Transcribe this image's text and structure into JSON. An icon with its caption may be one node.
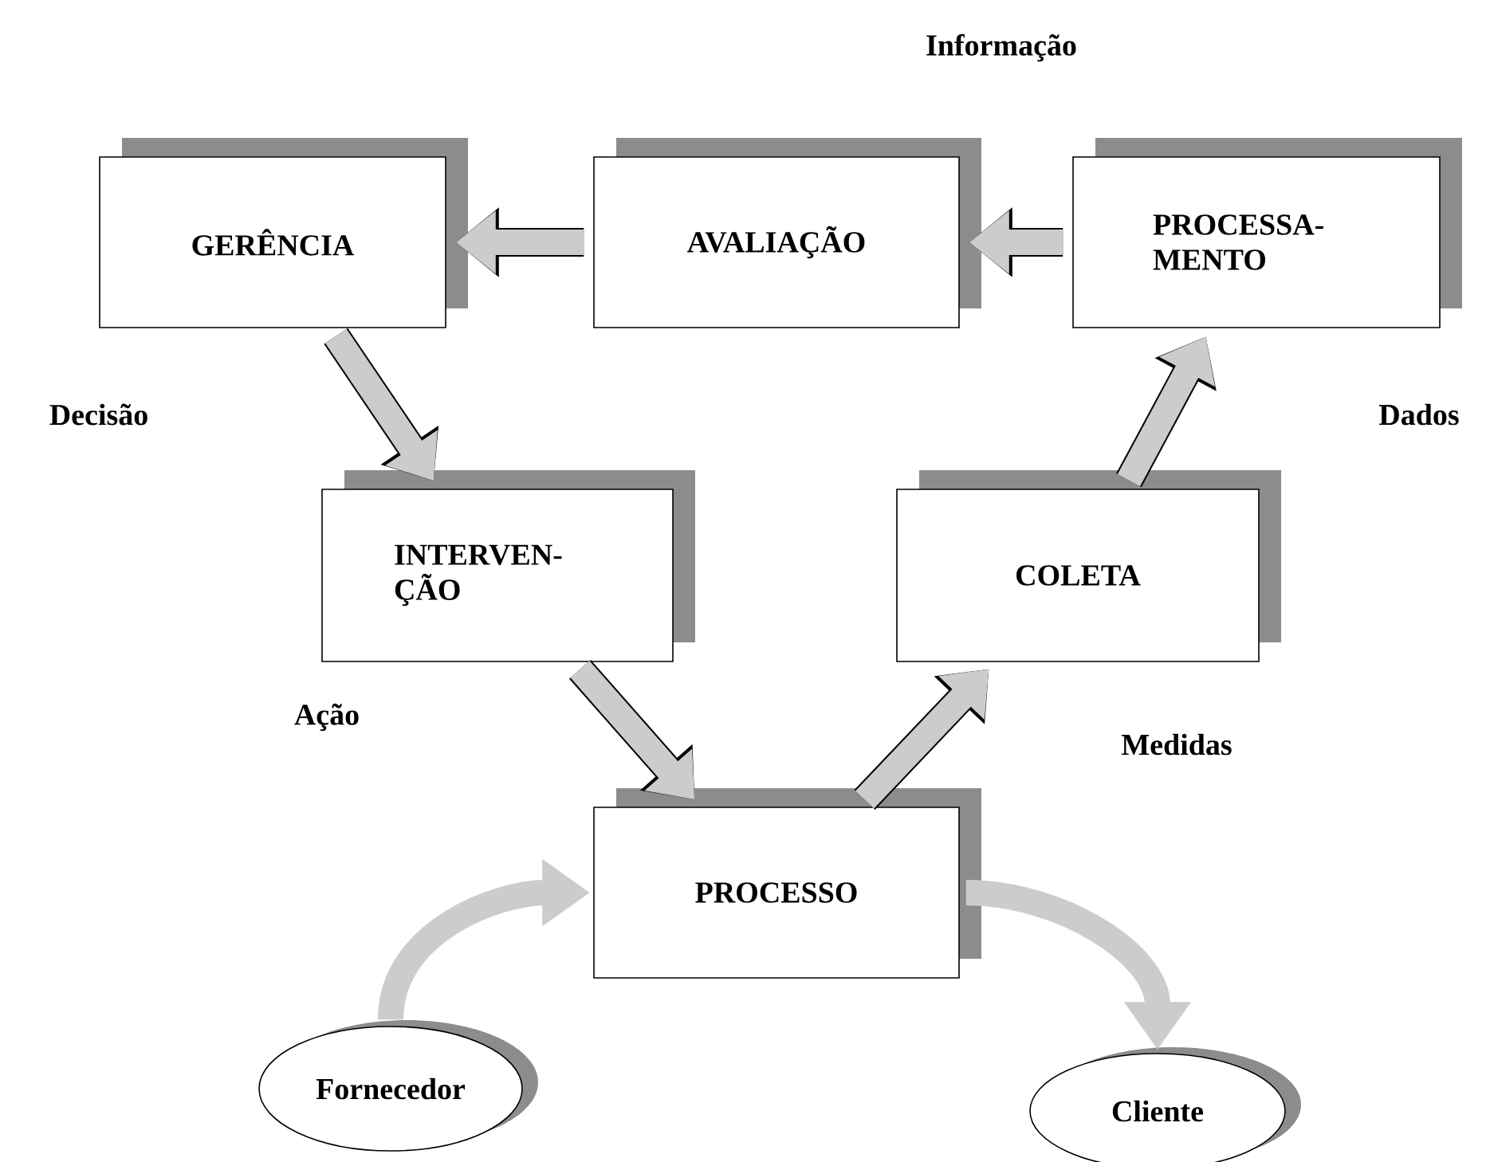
{
  "diagram": {
    "nodes": [
      {
        "text": [
          "GERÊNCIA"
        ]
      },
      {
        "text": [
          "AVALIAÇÃO"
        ]
      },
      {
        "text": [
          "PROCESSA- MENTO"
        ]
      },
      {
        "text": [
          "INTERVEN- ÇÃO"
        ]
      },
      {
        "text": [
          "COLETA"
        ]
      },
      {
        "text": [
          "PROCESSO"
        ]
      },
      {
        "text": [
          "Fornecedor"
        ]
      },
      {
        "text": [
          "Cliente"
        ]
      }
    ],
    "edges": [
      {
        "from": 1,
        "to": 0,
        "arrow": "to"
      },
      {
        "from": 2,
        "to": 1,
        "arrow": "to"
      },
      {
        "from": 0,
        "to": 3,
        "arrow": "to"
      },
      {
        "from": 3,
        "to": 5,
        "arrow": "to"
      },
      {
        "from": 5,
        "to": 4,
        "arrow": "to"
      },
      {
        "from": 4,
        "to": 2,
        "arrow": "to"
      },
      {
        "from": 6,
        "to": 5,
        "arrow": "to",
        "color": "#cccccc"
      },
      {
        "from": 5,
        "to": 7,
        "arrow": "to",
        "color": "#cccccc"
      }
    ],
    "labels": [
      "Informação",
      "Decisão",
      "Dados",
      "Ação",
      "Medidas"
    ]
  }
}
